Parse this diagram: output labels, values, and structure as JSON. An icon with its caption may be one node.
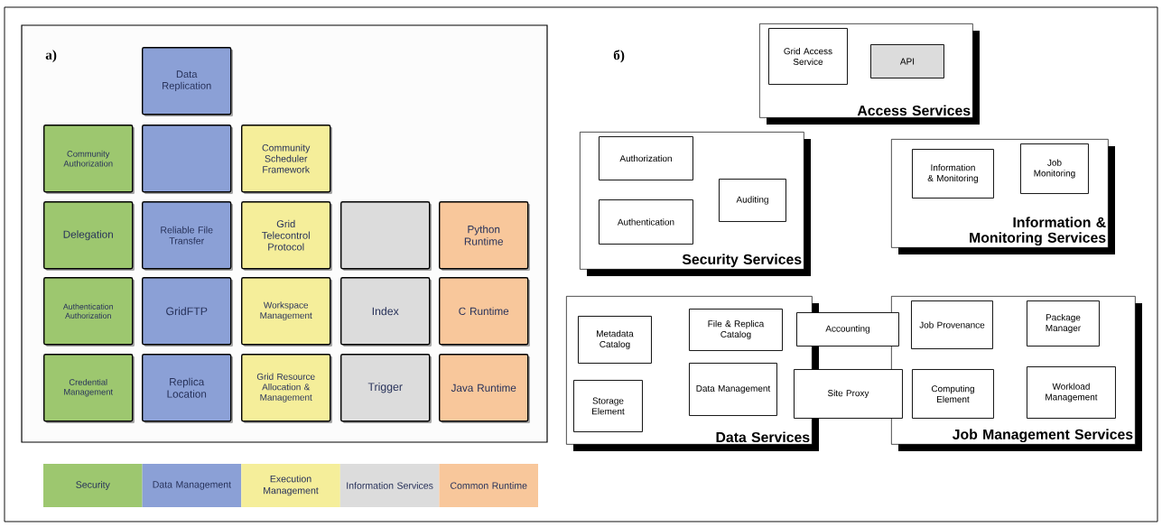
{
  "diagram": {
    "nodes": [
      {
        "text": [
          "Data Replication"
        ]
      },
      {
        "text": [
          "Community Authorization"
        ]
      },
      {
        "text": [],
        "shape": "box"
      },
      {
        "text": [
          "Community Scheduler Framework"
        ]
      },
      {
        "text": [
          "Delegation"
        ]
      },
      {
        "text": [
          "Reliable File Transfer"
        ]
      },
      {
        "text": [
          "Grid Telecontrol Protocol"
        ]
      },
      {
        "text": [],
        "shape": "box"
      },
      {
        "text": [
          "Python Runtime"
        ]
      },
      {
        "text": [
          "Authentication Authorization"
        ]
      },
      {
        "text": [
          "GridFTP"
        ]
      },
      {
        "text": [
          "Workspace Management"
        ]
      },
      {
        "text": [
          "Index"
        ]
      },
      {
        "text": [
          "C Runtime"
        ]
      },
      {
        "text": [
          "Credential Management"
        ]
      },
      {
        "text": [
          "Replica Location"
        ]
      },
      {
        "text": [
          "Grid Resource Allocation & Management"
        ]
      },
      {
        "text": [
          "Trigger"
        ]
      },
      {
        "text": [
          "Java Runtime"
        ]
      },
      {
        "text": [
          "Access Services"
        ]
      },
      {
        "text": [
          "Grid Access Service"
        ],
        "in": 19
      },
      {
        "text": [
          "API"
        ],
        "in": 19
      },
      {
        "text": [
          "Security Services"
        ]
      },
      {
        "text": [
          "Authorization"
        ],
        "in": 22
      },
      {
        "text": [
          "Authentication"
        ],
        "in": 22
      },
      {
        "text": [
          "Auditing"
        ],
        "in": 22
      },
      {
        "text": [
          "Information & Monitoring Services"
        ]
      },
      {
        "text": [
          "Information & Monitoring"
        ],
        "in": 26
      },
      {
        "text": [
          "Job Monitoring"
        ],
        "in": 26
      },
      {
        "text": [
          "Data Services"
        ]
      },
      {
        "text": [
          "Metadata Catalog"
        ],
        "in": 29
      },
      {
        "text": [
          "File & Replica Catalog"
        ],
        "in": 29
      },
      {
        "text": [
          "Storage Element"
        ],
        "in": 29
      },
      {
        "text": [
          "Data Management"
        ],
        "in": 29
      },
      {
        "text": [
          "Accounting"
        ]
      },
      {
        "text": [
          "Site Proxy"
        ]
      },
      {
        "text": [
          "Job Management Services"
        ]
      },
      {
        "text": [
          "Job Provenance"
        ],
        "in": 36
      },
      {
        "text": [
          "Package Manager"
        ],
        "in": 36
      },
      {
        "text": [
          "Computing Element"
        ],
        "in": 36
      },
      {
        "text": [
          "Workload Management"
        ],
        "in": 36
      }
    ],
    "labels": [
      "а)",
      "б)"
    ],
    "legend": [
      {
        "text": "Security",
        "color": "#9dc76f"
      },
      {
        "text": "Data Management",
        "color": "#8ba0d6"
      },
      {
        "text": "Execution Management",
        "color": "#f5ee9a"
      },
      {
        "text": "Information Services",
        "color": "#dcdcdc"
      },
      {
        "text": "Common Runtime",
        "color": "#f8c79b"
      }
    ]
  }
}
